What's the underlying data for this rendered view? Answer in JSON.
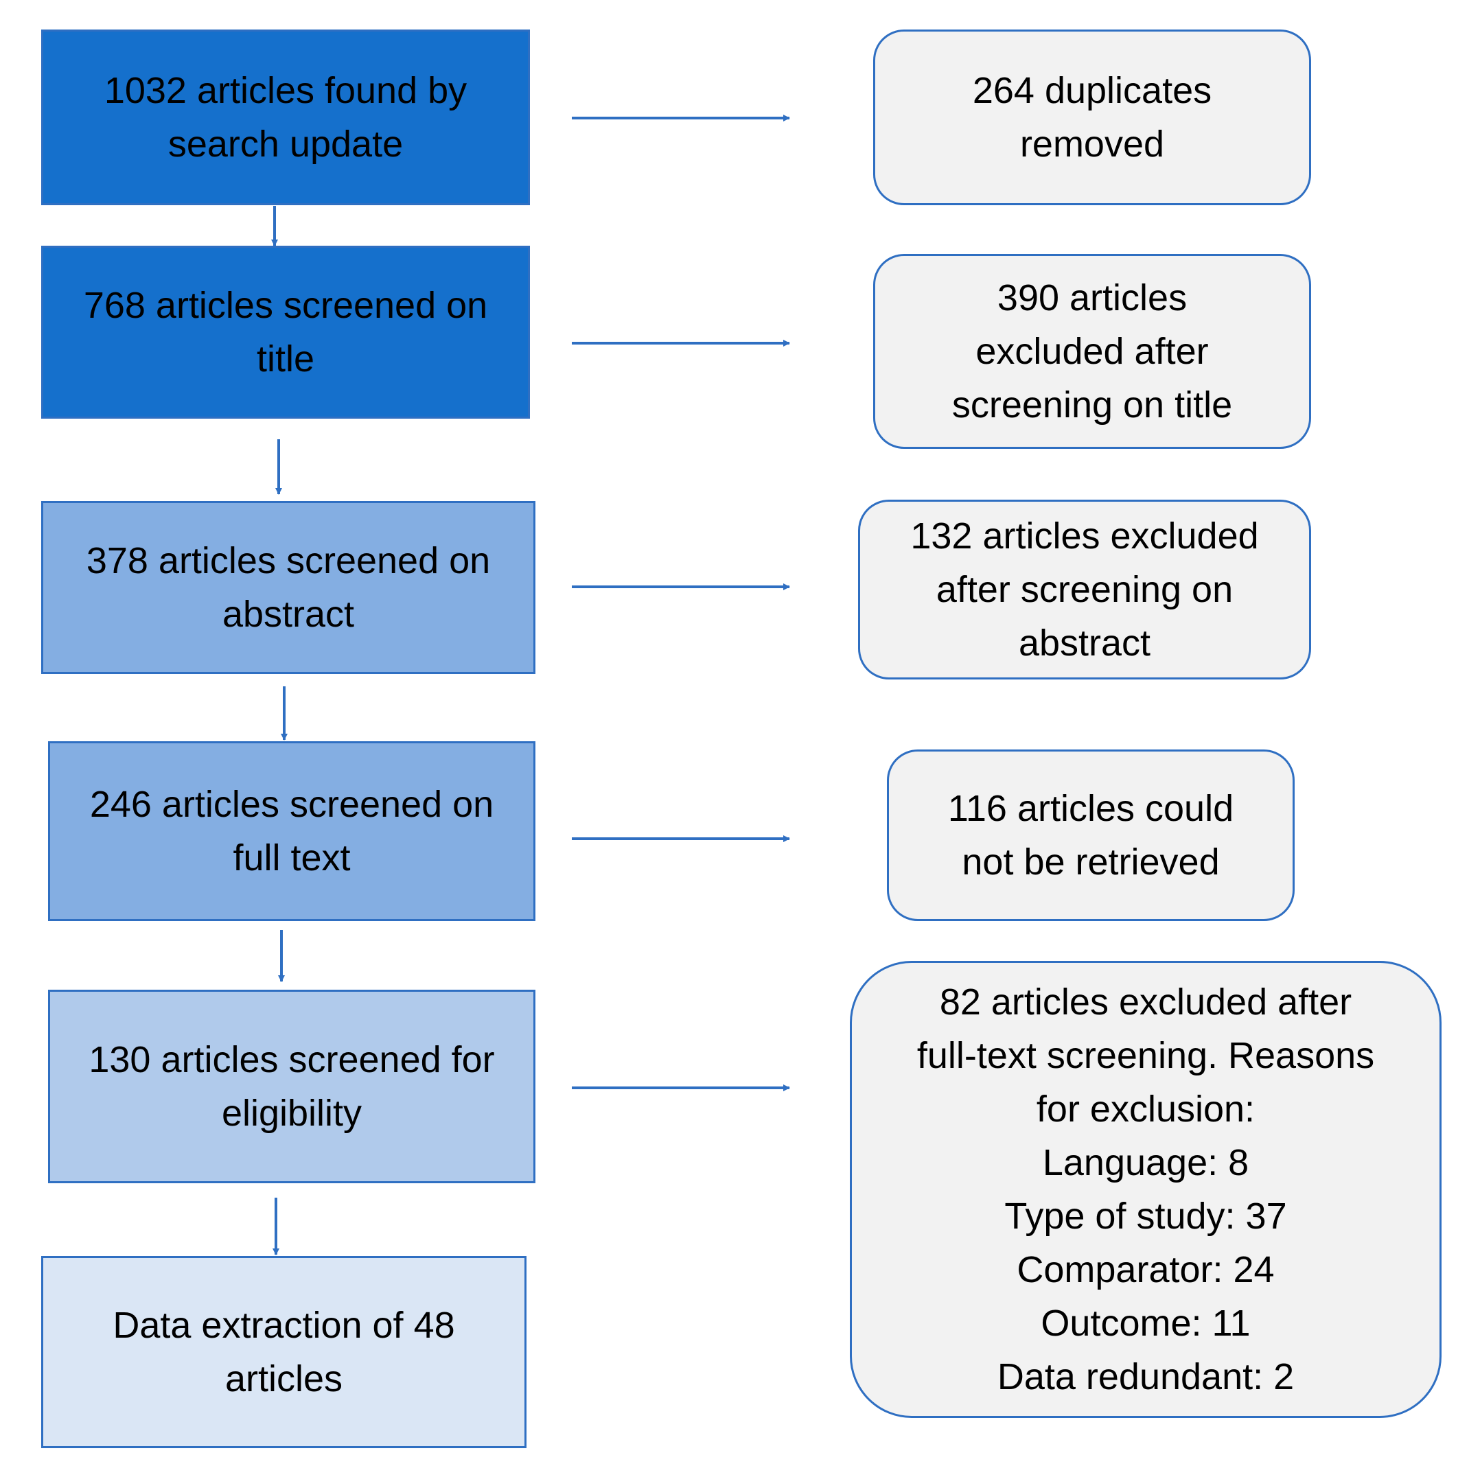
{
  "colors": {
    "level1": "#1570cc",
    "level2": "#84aee2",
    "level3": "#b0caeb",
    "level4": "#dae6f5",
    "exclusion_fill": "#f2f2f2",
    "border": "#2f6fc2",
    "arrow": "#2f6fc2"
  },
  "flow": [
    {
      "lines": [
        "1032 articles found by",
        "search update"
      ]
    },
    {
      "lines": [
        "768 articles screened on",
        "title"
      ]
    },
    {
      "lines": [
        "378 articles screened on",
        "abstract"
      ]
    },
    {
      "lines": [
        "246 articles screened on",
        "full text"
      ]
    },
    {
      "lines": [
        "130 articles screened for",
        "eligibility"
      ]
    },
    {
      "lines": [
        "Data extraction of 48",
        "articles"
      ]
    }
  ],
  "exclusions": [
    {
      "lines": [
        "264 duplicates",
        "removed"
      ]
    },
    {
      "lines": [
        "390 articles",
        "excluded after",
        "screening on title"
      ]
    },
    {
      "lines": [
        "132 articles excluded",
        "after screening on",
        "abstract"
      ]
    },
    {
      "lines": [
        "116 articles could",
        "not be retrieved"
      ]
    },
    {
      "lines": [
        "82 articles excluded after",
        "full-text screening. Reasons",
        "for exclusion:",
        "Language: 8",
        "Type of study: 37",
        "Comparator: 24",
        "Outcome: 11",
        "Data redundant: 2"
      ]
    }
  ]
}
